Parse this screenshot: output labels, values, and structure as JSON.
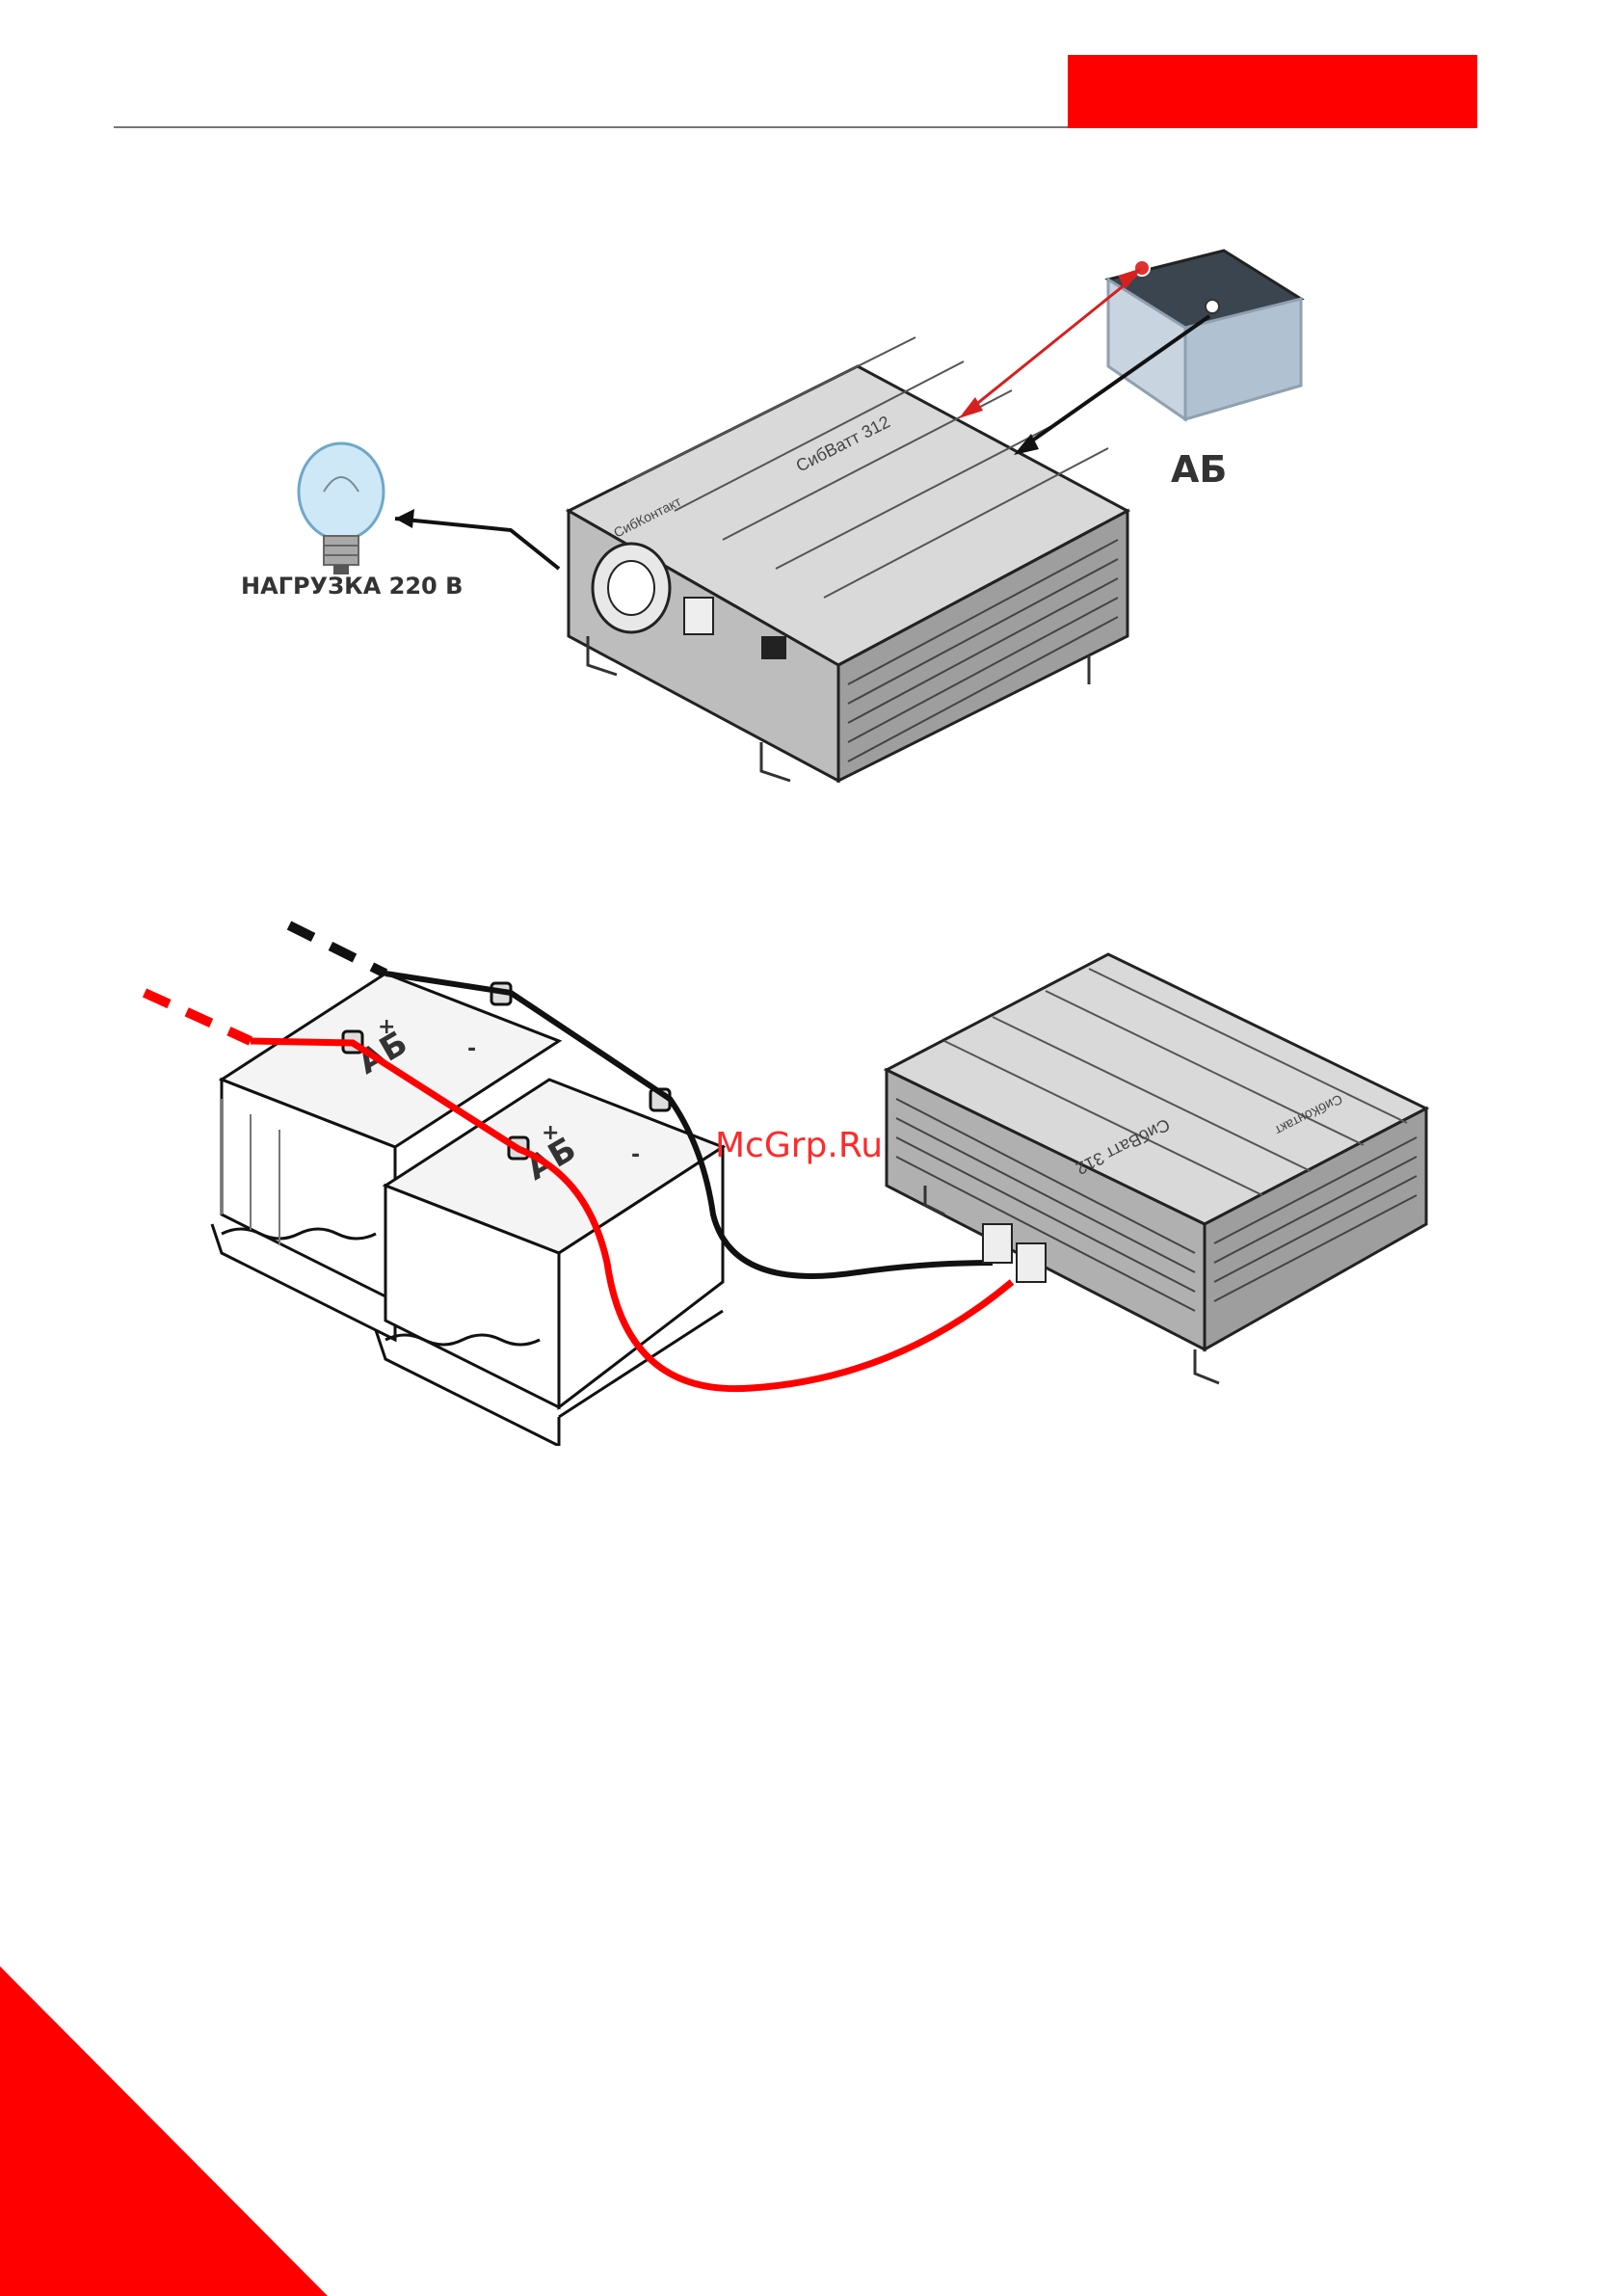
{
  "header": {
    "accent_color": "#ff0000"
  },
  "figure_top": {
    "battery_label": "АБ",
    "load_label": "НАГРУЗКА 220 В",
    "brand_label": "СибКонтакт",
    "model_label": "СибВатт 312"
  },
  "figure_bottom": {
    "battery_left_label": "АБ",
    "battery_right_label": "АБ",
    "terminal_minus": "-",
    "terminal_plus": "+",
    "brand_label": "СибКонтакт",
    "model_label": "СибВатт 312",
    "positive_wire_color": "#ff0000",
    "negative_wire_color": "#000000"
  },
  "watermark": {
    "text": "McGrp.Ru"
  }
}
